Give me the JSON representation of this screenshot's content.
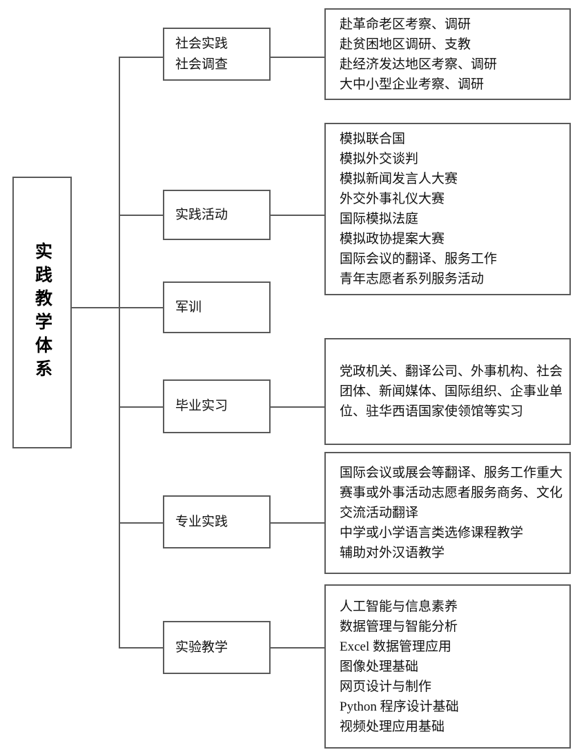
{
  "diagram": {
    "title": "实践教学体系",
    "root": {
      "label": "实践教学体系",
      "orientation": "vertical"
    },
    "branches": [
      {
        "id": "social-practice",
        "category_lines": [
          "社会实践",
          "社会调查"
        ],
        "detail_lines": [
          "赴革命老区考察、调研",
          "赴贫困地区调研、支教",
          "赴经济发达地区考察、调研",
          "大中小型企业考察、调研"
        ]
      },
      {
        "id": "practice-activities",
        "category_lines": [
          "实践活动"
        ],
        "detail_lines": [
          "模拟联合国",
          "模拟外交谈判",
          "模拟新闻发言人大赛",
          "外交外事礼仪大赛",
          "国际模拟法庭",
          "模拟政协提案大赛",
          "国际会议的翻译、服务工作",
          "青年志愿者系列服务活动"
        ]
      },
      {
        "id": "military-training",
        "category_lines": [
          "军训"
        ],
        "detail_lines": []
      },
      {
        "id": "graduation-internship",
        "category_lines": [
          "毕业实习"
        ],
        "detail_lines": [
          "党政机关、翻译公司、外事机构、社会团体、新闻媒体、国际组织、企事业单位、驻华西语国家使领馆等实习"
        ]
      },
      {
        "id": "professional-practice",
        "category_lines": [
          "专业实践"
        ],
        "detail_lines": [
          "国际会议或展会等翻译、服务工作重大赛事或外事活动志愿者服务商务、文化交流活动翻译",
          "中学或小学语言类选修课程教学",
          "辅助对外汉语教学"
        ]
      },
      {
        "id": "experimental-teaching",
        "category_lines": [
          "实验教学"
        ],
        "detail_lines": [
          "人工智能与信息素养",
          "数据管理与智能分析",
          "Excel 数据管理应用",
          "图像处理基础",
          "网页设计与制作",
          "Python 程序设计基础",
          "视频处理应用基础"
        ]
      }
    ],
    "colors": {
      "border": "#595959",
      "text": "#111111",
      "background": "#ffffff"
    }
  }
}
